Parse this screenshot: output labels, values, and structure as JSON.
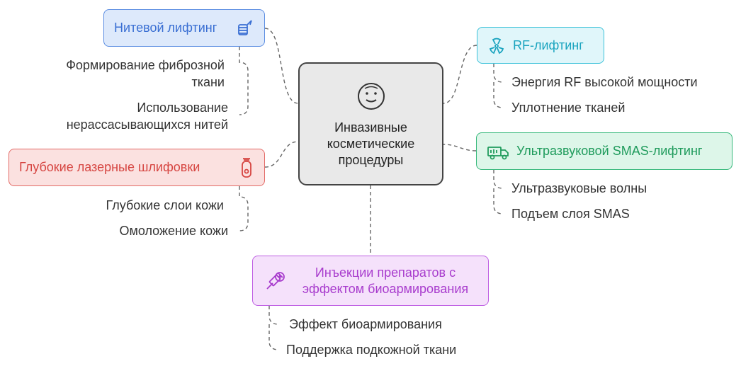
{
  "center": {
    "title": "Инвазивные\nкосметические\nпроцедуры",
    "icon": "face-icon"
  },
  "colors": {
    "blue": "#5b8de2",
    "red": "#e36a66",
    "cyan": "#3cc2d9",
    "green": "#35b87a",
    "purple": "#be5ee3",
    "connector": "#666666"
  },
  "branches": {
    "thread": {
      "label": "Нитевой лифтинг",
      "icon": "thread-spool-icon",
      "items": [
        "Формирование фиброзной\nткани",
        "Использование\nнерассасывающихся нитей"
      ]
    },
    "laser": {
      "label": "Глубокие лазерные шлифовки",
      "icon": "laser-device-icon",
      "items": [
        "Глубокие слои кожи",
        "Омоложение кожи"
      ]
    },
    "rf": {
      "label": "RF-лифтинг",
      "icon": "radiation-icon",
      "items": [
        "Энергия RF высокой мощности",
        "Уплотнение тканей"
      ]
    },
    "smas": {
      "label": "Ультразвуковой SMAS-лифтинг",
      "icon": "ultrasound-truck-icon",
      "items": [
        "Ультразвуковые волны",
        "Подъем слоя SMAS"
      ]
    },
    "injection": {
      "label": "Инъекции препаратов с\nэффектом биоармирования",
      "icon": "syringe-icon",
      "items": [
        "Эффект биоармирования",
        "Поддержка подкожной ткани"
      ]
    }
  }
}
